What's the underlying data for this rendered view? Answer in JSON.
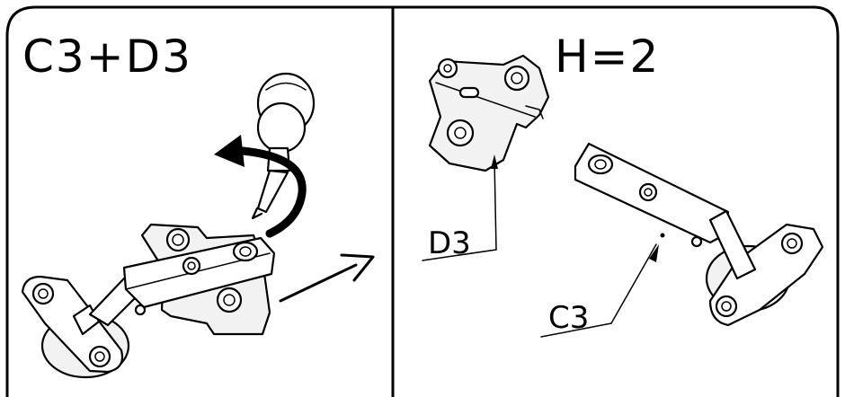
{
  "panels": {
    "left": {
      "title": "C3+D3"
    },
    "right": {
      "title": "H=2",
      "callout_d3": "D3",
      "callout_c3": "C3"
    }
  },
  "colors": {
    "ink": "#000000",
    "paper": "#ffffff"
  },
  "icons": [
    "screwdriver-icon",
    "rotate-arrow-icon",
    "direction-arrow-icon"
  ]
}
